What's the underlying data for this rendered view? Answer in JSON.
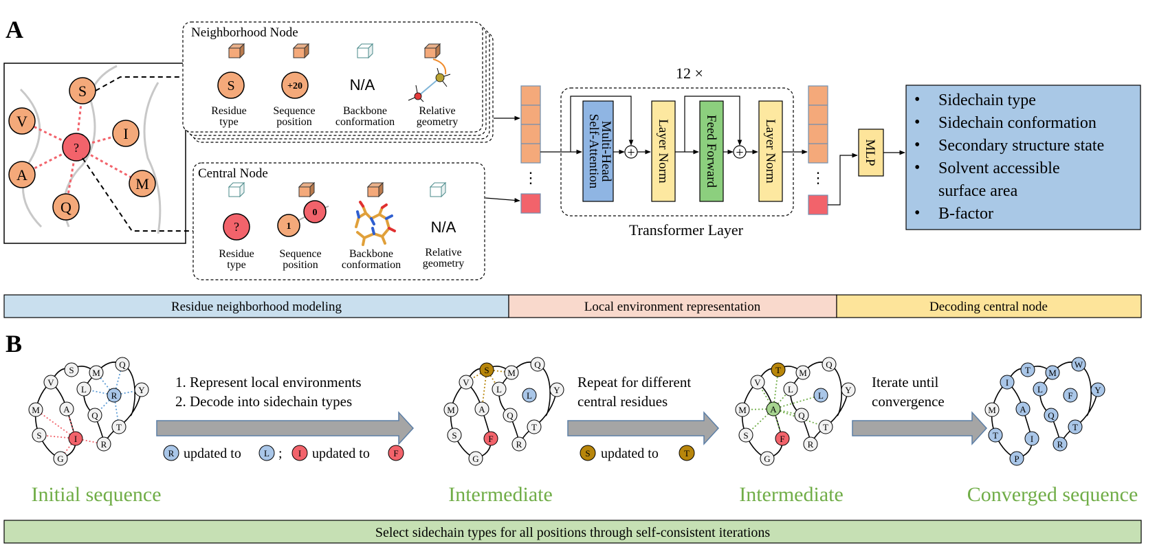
{
  "panel_a": {
    "label": "A",
    "neighborhood_title": "Neighborhood Node",
    "central_title": "Central Node",
    "neighbor_nodes": [
      "S",
      "V",
      "I",
      "A",
      "M",
      "Q"
    ],
    "center_node": "?",
    "nb_residue_letter": "S",
    "nb_seqpos": "+20",
    "nb_backbone": "N/A",
    "c_residue_letter": "?",
    "c_seq_a": "1",
    "c_seq_b": "0",
    "c_relgeom": "N/A",
    "feature_labels": {
      "residue_1": "Residue",
      "residue_2": "type",
      "seq_1": "Sequence",
      "seq_2": "position",
      "backbone_1": "Backbone",
      "backbone_2": "conformation",
      "relgeom_1": "Relative",
      "relgeom_2": "geometry"
    },
    "repeat": "12 ×",
    "transformer": {
      "mha": [
        "Multi-Head",
        "Self-Attention"
      ],
      "layer_norm": "Layer Norm",
      "feed_forward": "Feed Forward",
      "caption": "Transformer Layer",
      "plus": "+"
    },
    "mlp": "MLP",
    "ellipsis": "⋮",
    "outputs": [
      "Sidechain type",
      "Sidechain conformation",
      "Secondary structure state",
      "Solvent accessible",
      "surface area",
      "B-factor"
    ]
  },
  "stages": [
    "Residue neighborhood modeling",
    "Local environment representation",
    "Decoding central node"
  ],
  "panel_b": {
    "label": "B",
    "step1_line1": "1. Represent local environments",
    "step1_line2": "2. Decode into sidechain types",
    "step2_line1": "Repeat for different",
    "step2_line2": "central residues",
    "step3_line1": "Iterate until",
    "step3_line2": "convergence",
    "updated_to": "updated to",
    "semicolon": ";",
    "legend_letters": [
      "R",
      "L",
      "I",
      "F",
      "S",
      "T"
    ],
    "titles": [
      "Initial sequence",
      "Intermediate",
      "Intermediate",
      "Converged sequence"
    ],
    "footer": "Select sidechain types for all positions through self-consistent iterations",
    "chains": [
      [
        "V",
        "S",
        "M",
        "Q",
        "L",
        "R",
        "Y",
        "M",
        "A",
        "Q",
        "T",
        "S",
        "I",
        "R",
        "G"
      ],
      [
        "V",
        "S",
        "M",
        "Q",
        "L",
        "L",
        "Y",
        "M",
        "A",
        "Q",
        "T",
        "S",
        "F",
        "R",
        "G"
      ],
      [
        "V",
        "T",
        "M",
        "Q",
        "L",
        "L",
        "Y",
        "M",
        "A",
        "Q",
        "T",
        "S",
        "F",
        "R",
        "G"
      ],
      [
        "I",
        "T",
        "M",
        "W",
        "L",
        "F",
        "Y",
        "M",
        "A",
        "Q",
        "T",
        "T",
        "I",
        "R",
        "P"
      ]
    ]
  },
  "colors": {
    "orange": "#f4a97a",
    "red": "#f2636b",
    "blue": "#a9c6e8",
    "olive": "#b8860b",
    "green_node": "#a6d48f",
    "white_node": "#f2f2f2",
    "mha_blue": "#8fb5e3",
    "norm_yellow": "#fde8a0",
    "ff_green": "#8ccf7e",
    "output_blue": "#a9c8e6",
    "stage1": "#c9dfee",
    "stage2": "#f9d9cc",
    "stage3": "#fde49a",
    "footer": "#c6e0b4",
    "title_green": "#70ad47"
  }
}
